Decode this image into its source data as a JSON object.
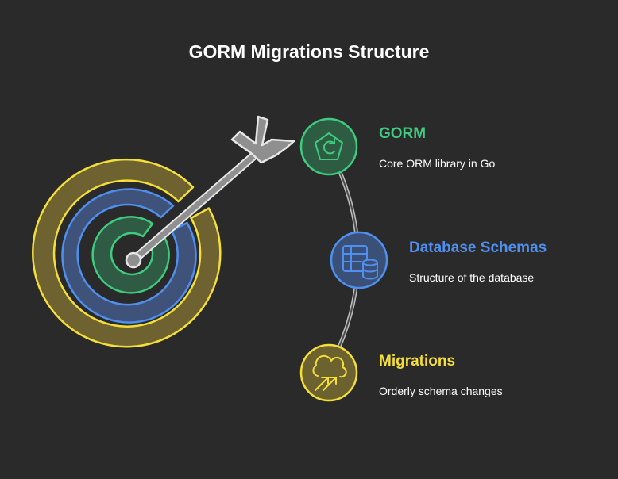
{
  "title": "GORM Migrations Structure",
  "colors": {
    "background": "#2a2a2a",
    "gorm": "#3ecb7f",
    "schemas": "#4f8ff0",
    "migrations": "#f4de3a",
    "arrow": "#9a9a9a"
  },
  "items": [
    {
      "title": "GORM",
      "description": "Core ORM library in Go",
      "icon": "refresh-pentagon-icon"
    },
    {
      "title": "Database Schemas",
      "description": "Structure of the database",
      "icon": "table-database-icon"
    },
    {
      "title": "Migrations",
      "description": "Orderly schema changes",
      "icon": "cloud-arrows-icon"
    }
  ]
}
